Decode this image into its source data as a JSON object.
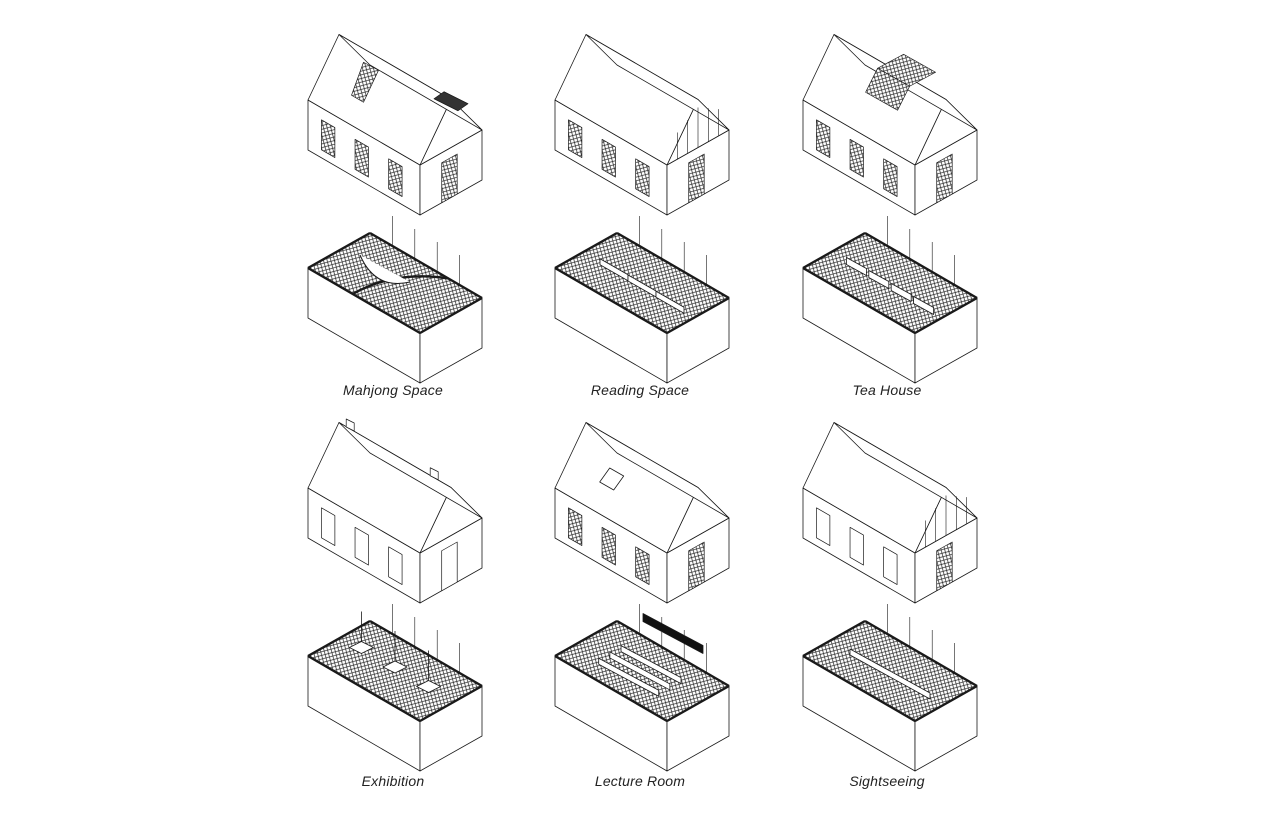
{
  "diagram": {
    "colors": {
      "line": "#1a1a1a",
      "background": "#ffffff",
      "hatch": "#222222"
    },
    "units": [
      {
        "id": "mahjong",
        "label": "Mahjong Space",
        "row": 0,
        "col": 0,
        "roof_feature": "skylight-strips",
        "plan": "curved-partitions"
      },
      {
        "id": "reading",
        "label": "Reading Space",
        "row": 0,
        "col": 1,
        "roof_feature": "gable-glazing",
        "plan": "bookshelf-walls"
      },
      {
        "id": "teahouse",
        "label": "Tea House",
        "row": 0,
        "col": 2,
        "roof_feature": "lattice-skylight",
        "plan": "tea-tables"
      },
      {
        "id": "exhibition",
        "label": "Exhibition",
        "row": 1,
        "col": 0,
        "roof_feature": "chimneys",
        "plan": "display-columns"
      },
      {
        "id": "lecture",
        "label": "Lecture Room",
        "row": 1,
        "col": 1,
        "roof_feature": "square-skylight",
        "plan": "desk-rows"
      },
      {
        "id": "sightseeing",
        "label": "Sightseeing",
        "row": 1,
        "col": 2,
        "roof_feature": "open-gable",
        "plan": "open-floor"
      }
    ]
  }
}
